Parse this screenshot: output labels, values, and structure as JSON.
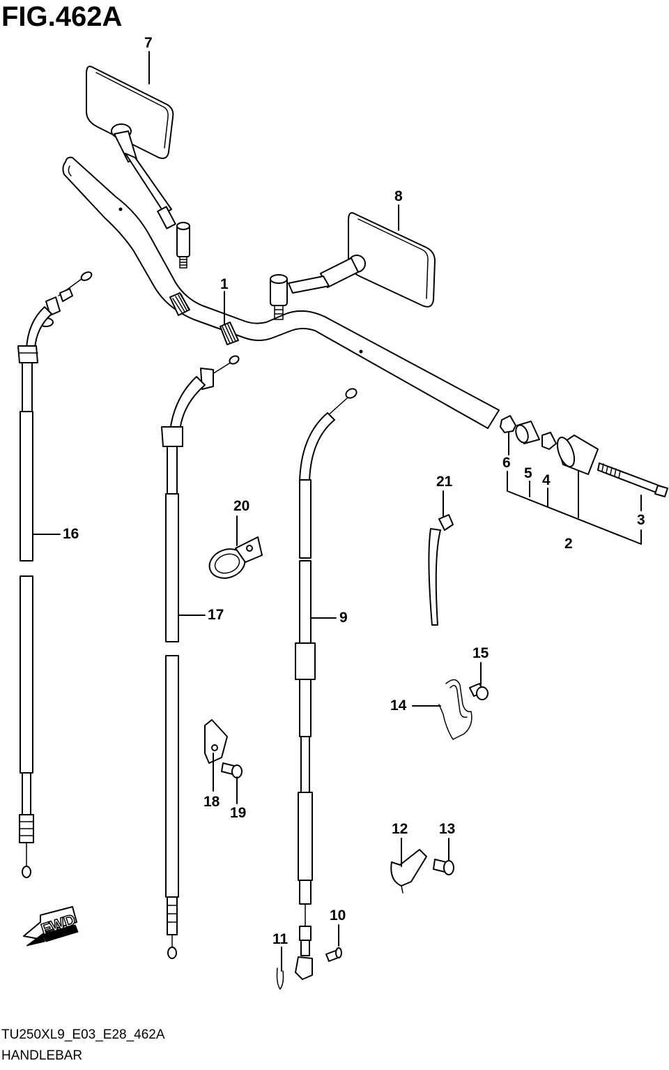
{
  "figure": {
    "title": "FIG.462A",
    "code": "TU250XL9_E03_E28_462A",
    "name": "HANDLEBAR"
  },
  "callouts": [
    {
      "id": "1",
      "label": "1"
    },
    {
      "id": "2",
      "label": "2"
    },
    {
      "id": "3",
      "label": "3"
    },
    {
      "id": "4",
      "label": "4"
    },
    {
      "id": "5",
      "label": "5"
    },
    {
      "id": "6",
      "label": "6"
    },
    {
      "id": "7",
      "label": "7"
    },
    {
      "id": "8",
      "label": "8"
    },
    {
      "id": "9",
      "label": "9"
    },
    {
      "id": "10",
      "label": "10"
    },
    {
      "id": "11",
      "label": "11"
    },
    {
      "id": "12",
      "label": "12"
    },
    {
      "id": "13",
      "label": "13"
    },
    {
      "id": "14",
      "label": "14"
    },
    {
      "id": "15",
      "label": "15"
    },
    {
      "id": "16",
      "label": "16"
    },
    {
      "id": "17",
      "label": "17"
    },
    {
      "id": "18",
      "label": "18"
    },
    {
      "id": "19",
      "label": "19"
    },
    {
      "id": "20",
      "label": "20"
    },
    {
      "id": "21",
      "label": "21"
    }
  ],
  "direction_arrow": {
    "label": "FWD",
    "icon": "forward-arrow-icon"
  }
}
